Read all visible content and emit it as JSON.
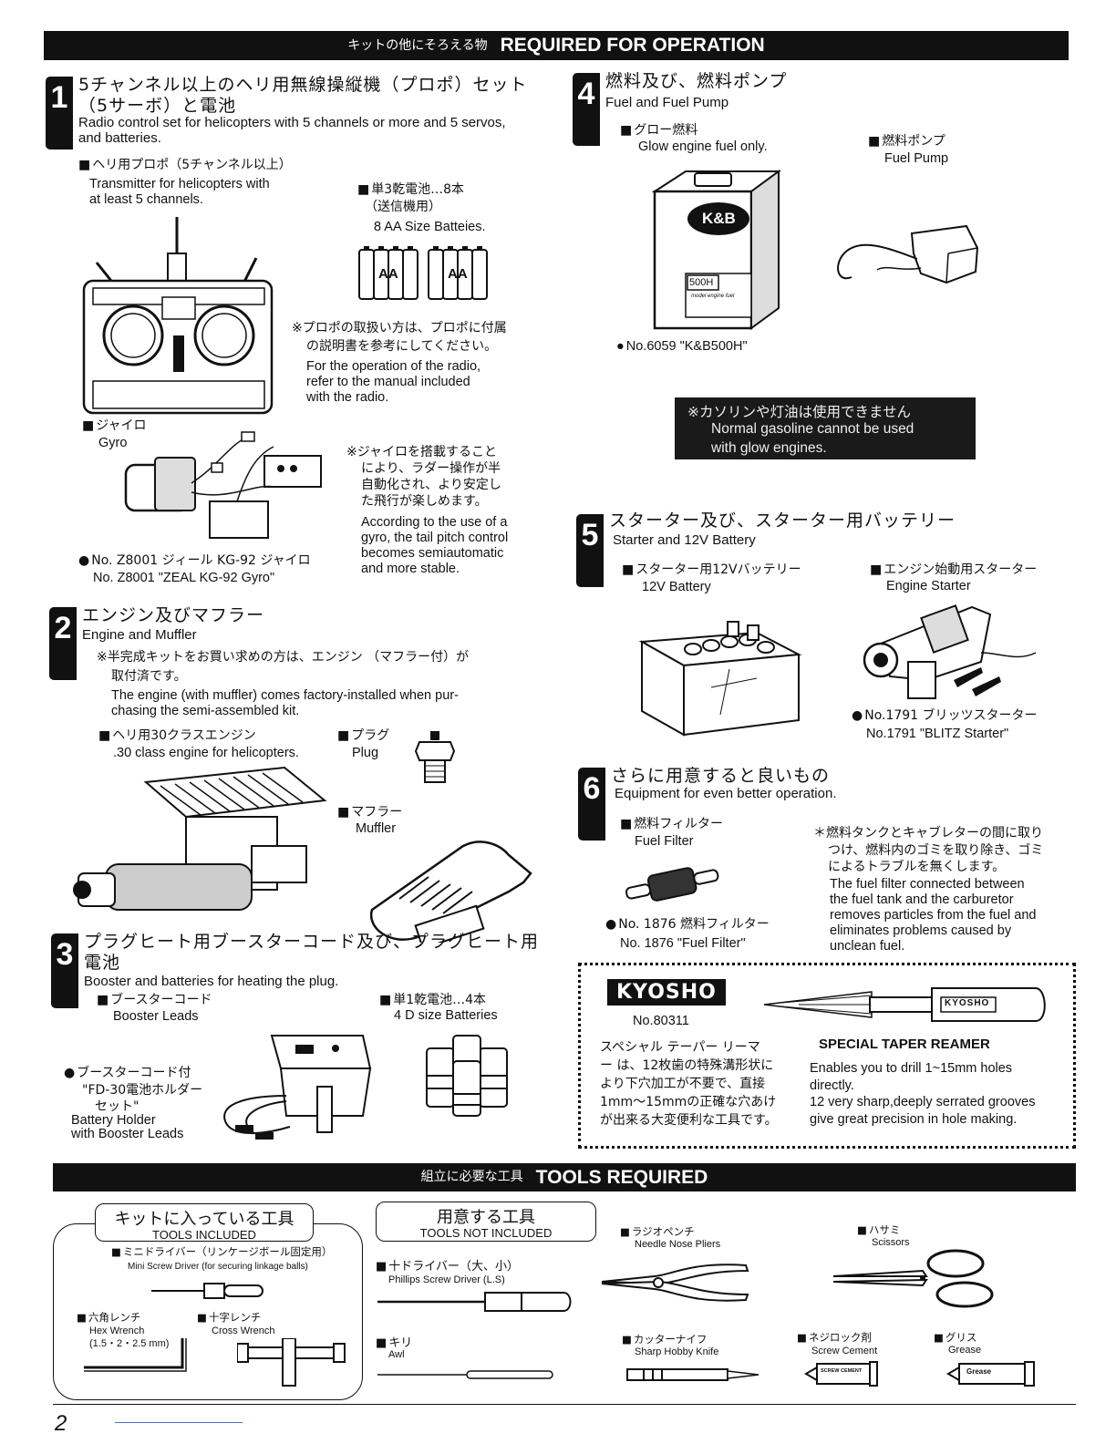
{
  "required": {
    "banner_jp": "キットの他にそろえる物",
    "banner_en": "REQUIRED FOR OPERATION"
  },
  "s1": {
    "num": "1",
    "title_jp_1": "5チャンネル以上のヘリ用無線操縦機（プロポ）セット",
    "title_jp_2": "（5サーボ）と電池",
    "title_en_1": "Radio control set for helicopters with 5 channels or more and 5 servos,",
    "title_en_2": "and batteries.",
    "prop_jp": "ヘリ用プロポ（5チャンネル以上）",
    "prop_en_1": "Transmitter for helicopters with",
    "prop_en_2": "at least 5 channels.",
    "batt_jp_1": "単3乾電池…8本",
    "batt_jp_2": "（送信機用）",
    "batt_en": "8 AA Size Batteies.",
    "aa_label": "AA",
    "note_jp_1": "※プロポの取扱い方は、プロポに付属",
    "note_jp_2": "の説明書を参考にしてください。",
    "note_en_1": "For the operation of the radio,",
    "note_en_2": "refer to the manual included",
    "note_en_3": "with the radio.",
    "gyro_jp": "ジャイロ",
    "gyro_en": "Gyro",
    "gyro_note_jp_1": "※ジャイロを搭載すること",
    "gyro_note_jp_2": "により、ラダー操作が半",
    "gyro_note_jp_3": "自動化され、より安定し",
    "gyro_note_jp_4": "た飛行が楽しめます。",
    "gyro_note_en_1": "According to the use of a",
    "gyro_note_en_2": "gyro, the tail pitch control",
    "gyro_note_en_3": "becomes semiautomatic",
    "gyro_note_en_4": "and more stable.",
    "gyro_no_jp": "No. Z8001 ジィール KG-92 ジャイロ",
    "gyro_no_en": "No. Z8001 \"ZEAL KG-92 Gyro\""
  },
  "s2": {
    "num": "2",
    "title_jp": "エンジン及びマフラー",
    "title_en": "Engine and Muffler",
    "note_jp_1": "※半完成キットをお買い求めの方は、エンジン （マフラー付）が",
    "note_jp_2": "取付済です。",
    "note_en_1": "The engine (with muffler) comes factory-installed when pur-",
    "note_en_2": "chasing the semi-assembled kit.",
    "engine_jp": "ヘリ用30クラスエンジン",
    "engine_en": ".30 class engine for helicopters.",
    "plug_jp": "プラグ",
    "plug_en": "Plug",
    "muffler_jp": "マフラー",
    "muffler_en": "Muffler"
  },
  "s3": {
    "num": "3",
    "title_jp_1": "プラグヒート用ブースターコード及び、プラグヒート用",
    "title_jp_2": "電池",
    "title_en": "Booster and batteries for heating the plug.",
    "leads_jp": "ブースターコード",
    "leads_en": "Booster Leads",
    "batt_jp": "単1乾電池…4本",
    "batt_en": "4 D size Batteries",
    "holder_jp_1": "ブースターコード付",
    "holder_jp_2": "\"FD-30電池ホルダー",
    "holder_jp_3": "セット\"",
    "holder_en_1": "Battery Holder",
    "holder_en_2": "with Booster Leads"
  },
  "s4": {
    "num": "4",
    "title_jp": "燃料及び、燃料ポンプ",
    "title_en": "Fuel and Fuel Pump",
    "fuel_jp": "グロー燃料",
    "fuel_en": "Glow engine fuel only.",
    "pump_jp": "燃料ポンプ",
    "pump_en": "Fuel Pump",
    "can_logo": "K&B",
    "can_label": "500H",
    "can_small": "model engine fuel",
    "fuel_no": "No.6059 \"K&B500H\"",
    "warn_jp": "※カソリンや灯油は使用できません",
    "warn_en_1": "Normal gasoline cannot be used",
    "warn_en_2": "with glow engines."
  },
  "s5": {
    "num": "5",
    "title_jp": "スターター及び、スターター用バッテリー",
    "title_en": "Starter and 12V Battery",
    "batt_jp": "スターター用12Vバッテリー",
    "batt_en": "12V Battery",
    "starter_jp": "エンジン始動用スターター",
    "starter_en": "Engine Starter",
    "no_jp": "No.1791 ブリッツスターター",
    "no_en": "No.1791 \"BLITZ Starter\""
  },
  "s6": {
    "num": "6",
    "title_jp": "さらに用意すると良いもの",
    "title_en": "Equipment for even better operation.",
    "filter_jp": "燃料フィルター",
    "filter_en": "Fuel Filter",
    "filter_no_jp": "No. 1876 燃料フィルター",
    "filter_no_en": "No. 1876 \"Fuel Filter\"",
    "note_jp_1": "＊燃料タンクとキャブレターの間に取り",
    "note_jp_2": "つけ、燃料内のゴミを取り除き、ゴミ",
    "note_jp_3": "によるトラブルを無くします。",
    "note_en_1": "The fuel filter connected between",
    "note_en_2": "the fuel tank and the carburetor",
    "note_en_3": "removes particles from the fuel and",
    "note_en_4": "eliminates problems caused by",
    "note_en_5": "unclean fuel."
  },
  "kyosho": {
    "logo": "KYOSHO",
    "no": "No.80311",
    "handle_text": "KYOSHO",
    "jp_1": "スペシャル テーパー リーマ",
    "jp_2": "ー は、12枚歯の特殊溝形状に",
    "jp_3": "より下穴加工が不要で、直接",
    "jp_4": "1mm〜15mmの正確な穴あけ",
    "jp_5": "が出来る大変便利な工具です。",
    "title_en": "SPECIAL TAPER REAMER",
    "en_1": "Enables you to drill 1~15mm holes",
    "en_2": "directly.",
    "en_3": "12 very sharp,deeply serrated grooves",
    "en_4": "give great precision in hole making."
  },
  "tools": {
    "banner_jp": "組立に必要な工具",
    "banner_en": "TOOLS REQUIRED",
    "included_jp": "キットに入っている工具",
    "included_en": "TOOLS INCLUDED",
    "not_included_jp": "用意する工具",
    "not_included_en": "TOOLS NOT INCLUDED",
    "mini_jp": "ミニドライバー（リンケージボール固定用）",
    "mini_en": "Mini Screw Driver (for securing linkage balls)",
    "hex_jp": "六角レンチ",
    "hex_en_1": "Hex Wrench",
    "hex_en_2": "(1.5・2・2.5 mm)",
    "cross_jp": "十字レンチ",
    "cross_en": "Cross Wrench",
    "phillips_jp": "十ドライバー（大、小）",
    "phillips_en": "Phillips Screw Driver (L.S)",
    "awl_jp": "キリ",
    "awl_en": "Awl",
    "pliers_jp": "ラジオペンチ",
    "pliers_en": "Needle Nose Pliers",
    "scissors_jp": "ハサミ",
    "scissors_en": "Scissors",
    "knife_jp": "カッターナイフ",
    "knife_en": "Sharp Hobby Knife",
    "cement_jp": "ネジロック剤",
    "cement_en": "Screw Cement",
    "cement_tube": "SCREW CEMENT",
    "grease_jp": "グリス",
    "grease_en": "Grease",
    "grease_tube": "Grease"
  },
  "page_number": "2"
}
